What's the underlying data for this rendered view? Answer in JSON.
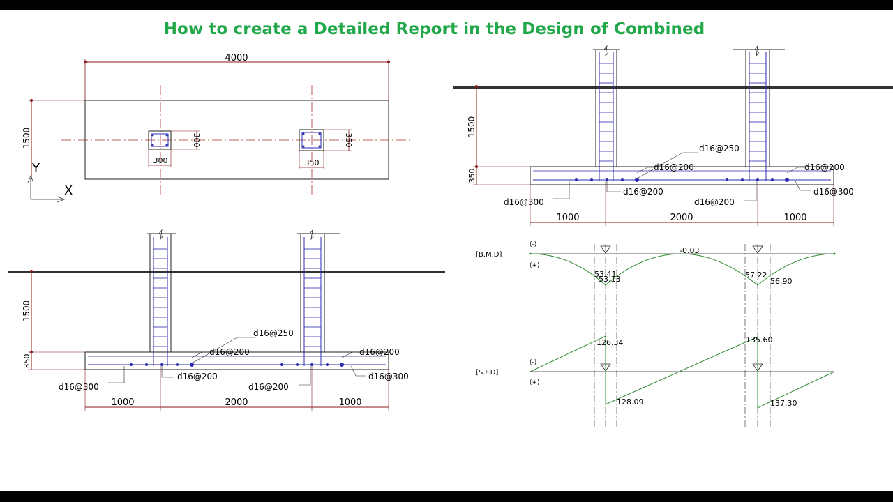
{
  "title": "How to create a Detailed Report in the Design of Combined",
  "plan": {
    "overall_length": "4000",
    "width": "1500",
    "col1_width": "300",
    "col1_depth": "300",
    "col2_width": "350",
    "col2_depth": "350",
    "axis_y": "Y",
    "axis_x": "X"
  },
  "section_left": {
    "depth_soil": "1500",
    "depth_footing": "350",
    "rebar_top_mid": "d16@250",
    "rebar_top_col1": "d16@200",
    "rebar_top_col2": "d16@200",
    "rebar_bot_left": "d16@300",
    "rebar_bot_mid1": "d16@200",
    "rebar_bot_mid2": "d16@200",
    "rebar_bot_right": "d16@300",
    "dim_left": "1000",
    "dim_mid": "2000",
    "dim_right": "1000"
  },
  "section_right": {
    "depth_soil": "1500",
    "depth_footing": "350",
    "rebar_top_mid": "d16@250",
    "rebar_top_col1": "d16@200",
    "rebar_top_col2": "d16@200",
    "rebar_bot_left": "d16@300",
    "rebar_bot_mid1": "d16@200",
    "rebar_bot_mid2": "d16@200",
    "rebar_bot_right": "d16@300",
    "dim_left": "1000",
    "dim_mid": "2000",
    "dim_right": "1000"
  },
  "bmd": {
    "label": "[B.M.D]",
    "neg": "(-)",
    "pos": "(+)",
    "v_mid": "-0.03",
    "v1a": "53.41",
    "v1b": "53.13",
    "v2a": "57.22",
    "v2b": "56.90"
  },
  "sfd": {
    "label": "[S.F.D]",
    "neg": "(-)",
    "pos": "(+)",
    "v1top": "126.34",
    "v1bot": "128.09",
    "v2top": "135.60",
    "v2bot": "137.30"
  },
  "colors": {
    "title": "#22a84a",
    "dim_line": "#8b1a1a",
    "rebar": "#2b2bb0",
    "diagram_curve": "#2e8b2e",
    "ground": "#333333"
  }
}
